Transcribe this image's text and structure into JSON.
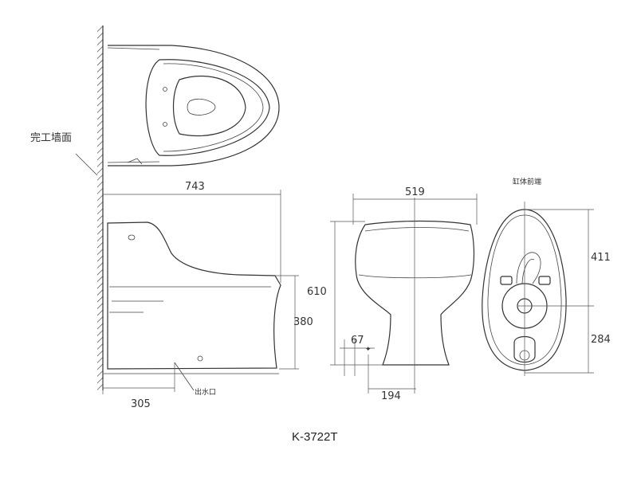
{
  "labels": {
    "wall": "完工墙面",
    "outlet": "出水口",
    "bowl_front": "缸体前端"
  },
  "dimensions": {
    "length": "743",
    "height_total": "610",
    "bowl_height": "380",
    "outlet_offset": "305",
    "width": "519",
    "side_67": "67",
    "side_194": "194",
    "front_411": "411",
    "rear_284": "284"
  },
  "model": "K-3722T"
}
